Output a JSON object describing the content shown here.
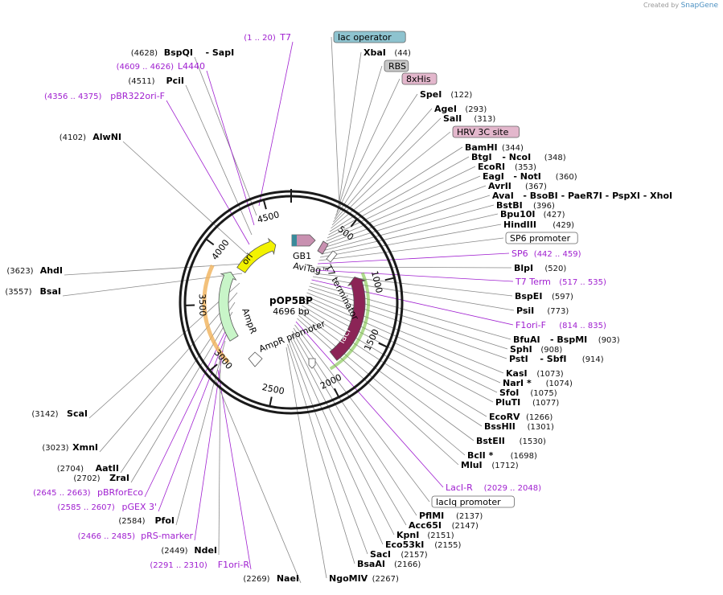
{
  "credit": {
    "prefix": "Created by",
    "brand": "SnapGene"
  },
  "plasmid": {
    "name": "pOP5BP",
    "size_label": "4696 bp",
    "length": 4696
  },
  "ticks": [
    "4500",
    "500",
    "1000",
    "1500",
    "2000",
    "2500",
    "3000",
    "3500",
    "4000"
  ],
  "features": {
    "ori": "ori",
    "ampr": "AmpR",
    "ampr_promoter": "AmpR promoter",
    "laci": "lacI",
    "gb1": "GB1",
    "avitag": "AviTag™",
    "t7_terminator": "T7 terminator"
  },
  "right_labels": [
    {
      "kind": "box",
      "text": "lac operator",
      "color": "#8ec3cf"
    },
    {
      "kind": "enzyme",
      "name": "XbaI",
      "pos": "(44)"
    },
    {
      "kind": "box",
      "text": "RBS",
      "color": "#c8c8c8"
    },
    {
      "kind": "box",
      "text": "8xHis",
      "color": "#e3b7cc"
    },
    {
      "kind": "enzyme",
      "name": "SpeI",
      "pos": "(122)"
    },
    {
      "kind": "enzyme",
      "name": "AgeI",
      "pos": "(293)"
    },
    {
      "kind": "enzyme",
      "name": "SalI",
      "pos": "(313)"
    },
    {
      "kind": "box",
      "text": "HRV 3C site",
      "color": "#e3b7cc"
    },
    {
      "kind": "enzyme",
      "name": "BamHI",
      "pos": "(344)"
    },
    {
      "kind": "enzyme",
      "name": "BtgI",
      "name2": "- NcoI",
      "pos": "(348)"
    },
    {
      "kind": "enzyme",
      "name": "EcoRI",
      "pos": "(353)"
    },
    {
      "kind": "enzyme",
      "name": "EagI",
      "name2": "- NotI",
      "pos": "(360)"
    },
    {
      "kind": "enzyme",
      "name": "AvrII",
      "pos": "(367)"
    },
    {
      "kind": "enzyme",
      "name": "AvaI",
      "name2": "- BsoBI   - PaeR7I   - PspXI   - XhoI",
      "pos": "(373)"
    },
    {
      "kind": "enzyme",
      "name": "BstBI",
      "pos": "(396)"
    },
    {
      "kind": "enzyme",
      "name": "Bpu10I",
      "pos": "(427)"
    },
    {
      "kind": "enzyme",
      "name": "HindIII",
      "pos": "(429)"
    },
    {
      "kind": "box",
      "text": "SP6 promoter",
      "color": "#ffffff"
    },
    {
      "kind": "primer",
      "name": "SP6",
      "pos": "(442 .. 459)"
    },
    {
      "kind": "enzyme",
      "name": "BlpI",
      "pos": "(520)"
    },
    {
      "kind": "primer",
      "name": "T7 Term",
      "pos": "(517 .. 535)"
    },
    {
      "kind": "enzyme",
      "name": "BspEI",
      "pos": "(597)"
    },
    {
      "kind": "enzyme",
      "name": "PsiI",
      "pos": "(773)"
    },
    {
      "kind": "primer",
      "name": "F1ori-F",
      "pos": "(814 .. 835)"
    },
    {
      "kind": "enzyme",
      "name": "BfuAI",
      "name2": "- BspMI",
      "pos": "(903)"
    },
    {
      "kind": "enzyme",
      "name": "SphI",
      "pos": "(908)"
    },
    {
      "kind": "enzyme",
      "name": "PstI",
      "name2": "- SbfI",
      "pos": "(914)"
    },
    {
      "kind": "enzyme",
      "name": "KasI",
      "pos": "(1073)"
    },
    {
      "kind": "enzyme",
      "name": "NarI *",
      "pos": "(1074)"
    },
    {
      "kind": "enzyme",
      "name": "SfoI",
      "pos": "(1075)"
    },
    {
      "kind": "enzyme",
      "name": "PluTI",
      "pos": "(1077)"
    },
    {
      "kind": "enzyme",
      "name": "EcoRV",
      "pos": "(1266)"
    },
    {
      "kind": "enzyme",
      "name": "BssHII",
      "pos": "(1301)"
    },
    {
      "kind": "enzyme",
      "name": "BstEII",
      "pos": "(1530)"
    },
    {
      "kind": "enzyme",
      "name": "BclI *",
      "pos": "(1698)"
    },
    {
      "kind": "enzyme",
      "name": "MluI",
      "pos": "(1712)"
    },
    {
      "kind": "primer",
      "name": "LacI-R",
      "pos": "(2029 .. 2048)"
    },
    {
      "kind": "box",
      "text": "lacIq promoter",
      "color": "#ffffff"
    },
    {
      "kind": "enzyme",
      "name": "PflMI",
      "pos": "(2137)"
    },
    {
      "kind": "enzyme",
      "name": "Acc65I",
      "pos": "(2147)"
    },
    {
      "kind": "enzyme",
      "name": "KpnI",
      "pos": "(2151)"
    },
    {
      "kind": "enzyme",
      "name": "Eco53kI",
      "pos": "(2155)"
    },
    {
      "kind": "enzyme",
      "name": "SacI",
      "pos": "(2157)"
    },
    {
      "kind": "enzyme",
      "name": "BsaAI",
      "pos": "(2166)"
    },
    {
      "kind": "enzyme",
      "name": "NgoMIV",
      "pos": "(2267)"
    }
  ],
  "left_labels": [
    {
      "kind": "primer",
      "name": "T7",
      "pos": "(1 .. 20)"
    },
    {
      "kind": "enzyme",
      "name": "BspQI",
      "name2": "- SapI",
      "pos": "(4628)"
    },
    {
      "kind": "primer",
      "name": "L4440",
      "pos": "(4609 .. 4626)"
    },
    {
      "kind": "enzyme",
      "name": "PciI",
      "pos": "(4511)"
    },
    {
      "kind": "primer",
      "name": "pBR322ori-F",
      "pos": "(4356 .. 4375)"
    },
    {
      "kind": "enzyme",
      "name": "AlwNI",
      "pos": "(4102)"
    },
    {
      "kind": "enzyme",
      "name": "AhdI",
      "pos": "(3623)"
    },
    {
      "kind": "enzyme",
      "name": "BsaI",
      "pos": "(3557)"
    },
    {
      "kind": "enzyme",
      "name": "ScaI",
      "pos": "(3142)"
    },
    {
      "kind": "enzyme",
      "name": "XmnI",
      "pos": "(3023)"
    },
    {
      "kind": "enzyme",
      "name": "AatII",
      "pos": "(2704)"
    },
    {
      "kind": "enzyme",
      "name": "ZraI",
      "pos": "(2702)"
    },
    {
      "kind": "primer",
      "name": "pBRforEco",
      "pos": "(2645 .. 2663)"
    },
    {
      "kind": "primer",
      "name": "pGEX 3'",
      "pos": "(2585 .. 2607)"
    },
    {
      "kind": "enzyme",
      "name": "PfoI",
      "pos": "(2584)"
    },
    {
      "kind": "primer",
      "name": "pRS-marker",
      "pos": "(2466 .. 2485)"
    },
    {
      "kind": "enzyme",
      "name": "NdeI",
      "pos": "(2449)"
    },
    {
      "kind": "primer",
      "name": "F1ori-R",
      "pos": "(2291 .. 2310)"
    },
    {
      "kind": "enzyme",
      "name": "NaeI",
      "pos": "(2269)"
    }
  ],
  "colors": {
    "backbone": "#1a1a1a",
    "laci": "#8b2456",
    "ori": "#f2f200",
    "ampr": "#c8f5c8",
    "gb1": "#c890b0",
    "primer": "#a020d0"
  }
}
